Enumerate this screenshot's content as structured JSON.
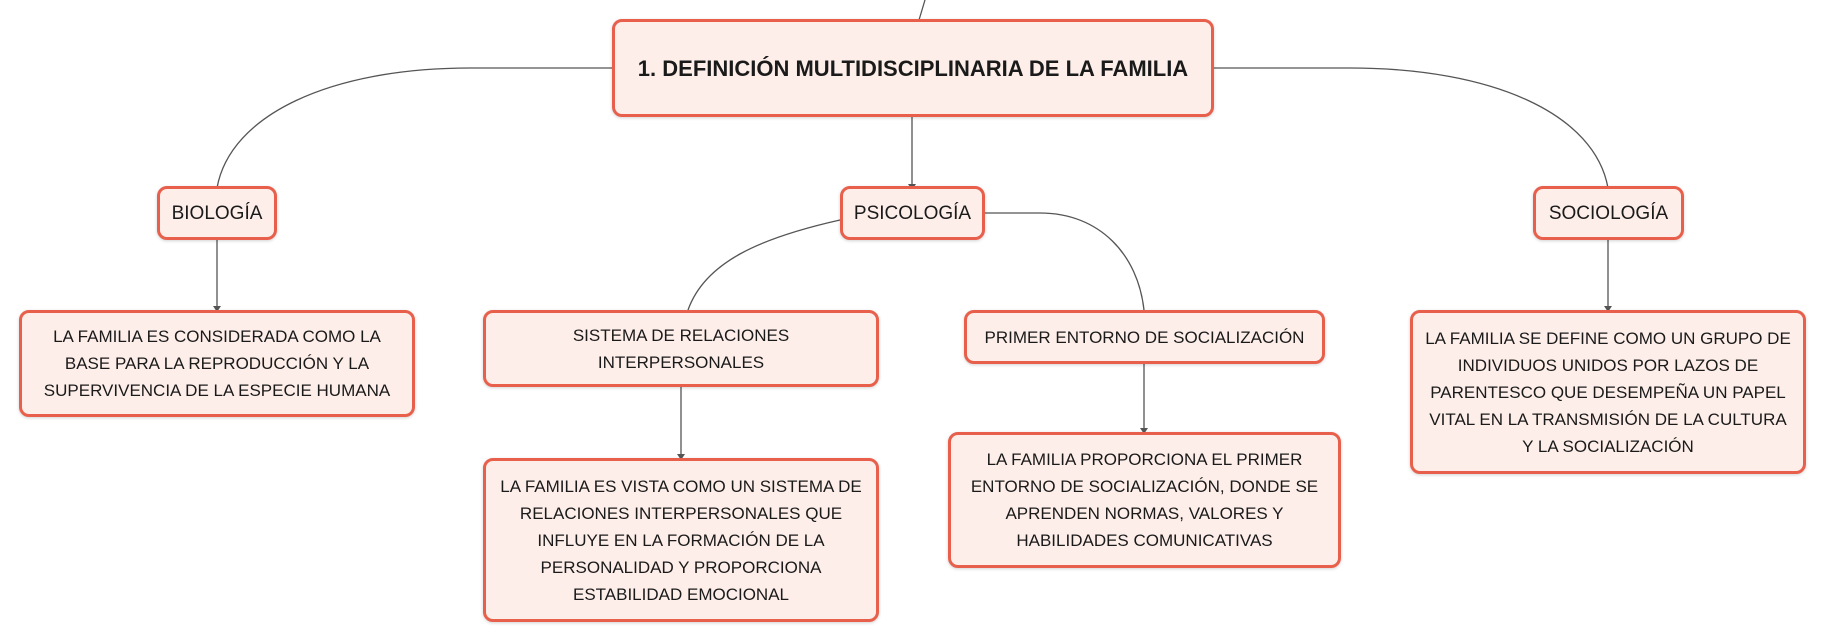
{
  "colors": {
    "node_fill": "#fdeee9",
    "node_border": "#e8604c",
    "connector": "#555555",
    "text": "#1a1a1a"
  },
  "root": {
    "text": "1. DEFINICIÓN MULTIDISCIPLINARIA DE LA FAMILIA"
  },
  "branches": {
    "biologia": {
      "label": "BIOLOGÍA",
      "detail": "LA FAMILIA ES CONSIDERADA COMO LA BASE PARA LA REPRODUCCIÓN Y LA SUPERVIVENCIA DE LA ESPECIE HUMANA"
    },
    "psicologia": {
      "label": "PSICOLOGÍA",
      "sub1": {
        "label": "SISTEMA DE RELACIONES INTERPERSONALES",
        "detail": "LA FAMILIA ES VISTA COMO UN SISTEMA DE RELACIONES INTERPERSONALES QUE INFLUYE EN LA FORMACIÓN DE LA PERSONALIDAD Y PROPORCIONA ESTABILIDAD EMOCIONAL"
      },
      "sub2": {
        "label": "PRIMER ENTORNO DE SOCIALIZACIÓN",
        "detail": "LA FAMILIA PROPORCIONA EL PRIMER ENTORNO DE SOCIALIZACIÓN, DONDE SE APRENDEN NORMAS, VALORES Y HABILIDADES COMUNICATIVAS"
      }
    },
    "sociologia": {
      "label": "SOCIOLOGÍA",
      "detail": "LA FAMILIA SE DEFINE COMO UN GRUPO DE INDIVIDUOS UNIDOS POR LAZOS DE PARENTESCO QUE DESEMPEÑA UN PAPEL VITAL EN LA TRANSMISIÓN DE LA CULTURA Y LA SOCIALIZACIÓN"
    }
  }
}
